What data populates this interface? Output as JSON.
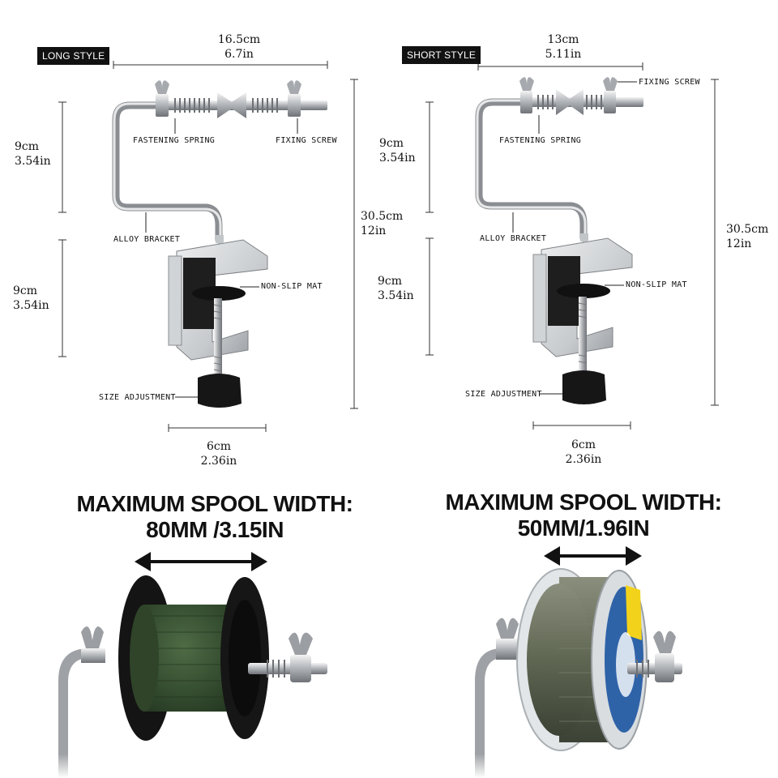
{
  "long": {
    "tag": "LONG STYLE",
    "top_width_cm": "16.5cm",
    "top_width_in": "6.7in",
    "upper_height_cm": "9cm",
    "upper_height_in": "3.54in",
    "lower_height_cm": "9cm",
    "lower_height_in": "3.54in",
    "total_height_cm": "30.5cm",
    "total_height_in": "12in",
    "clamp_width_cm": "6cm",
    "clamp_width_in": "2.36in",
    "callouts": {
      "fastening_spring": "FASTENING SPRING",
      "fixing_screw": "FIXING SCREW",
      "alloy_bracket": "ALLOY BRACKET",
      "non_slip_mat": "NON-SLIP MAT",
      "size_adjustment": "SIZE ADJUSTMENT"
    },
    "spool_title": "MAXIMUM SPOOL WIDTH:",
    "spool_value": "80MM /3.15IN"
  },
  "short": {
    "tag": "SHORT STYLE",
    "top_width_cm": "13cm",
    "top_width_in": "5.11in",
    "upper_height_cm": "9cm",
    "upper_height_in": "3.54in",
    "lower_height_cm": "9cm",
    "lower_height_in": "3.54in",
    "total_height_cm": "30.5cm",
    "total_height_in": "12in",
    "clamp_width_cm": "6cm",
    "clamp_width_in": "2.36in",
    "callouts": {
      "fixing_screw": "FIXING SCREW",
      "fastening_spring": "FASTENING SPRING",
      "alloy_bracket": "ALLOY BRACKET",
      "non_slip_mat": "NON-SLIP MAT",
      "size_adjustment": "SIZE ADJUSTMENT"
    },
    "spool_title": "MAXIMUM SPOOL WIDTH:",
    "spool_value": "50MM/1.96IN"
  },
  "colors": {
    "line_green": "#3f5a3a",
    "line_mono": "#5f6652",
    "spool_black": "#141414",
    "steel": "#b9bcc0",
    "label_blue": "#2f63a8",
    "label_yellow": "#f2d21b"
  }
}
